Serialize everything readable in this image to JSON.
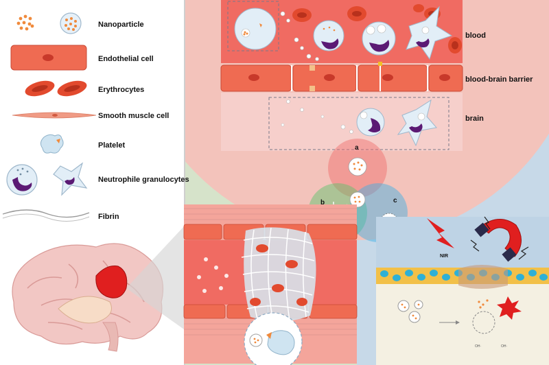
{
  "legend": {
    "nanoparticle": "Nanoparticle",
    "endothelial": "Endothelial cell",
    "erythrocytes": "Erythrocytes",
    "smooth_muscle": "Smooth muscle cell",
    "platelet": "Platelet",
    "neutrophil": "Neutrophile granulocytes",
    "fibrin": "Fibrin"
  },
  "top_panel": {
    "blood": "blood",
    "bbb": "blood-brain barrier",
    "brain": "brain"
  },
  "venn": {
    "a": "a",
    "b": "b",
    "c": "c"
  },
  "right_panel": {
    "nir": "NIR",
    "oh1": "OH·",
    "oh2": "OH·"
  },
  "colors": {
    "endothelial": "#ef6b52",
    "erythrocyte": "#e24a2e",
    "nanoparticle": "#f08a3c",
    "neutrophil_body": "#e2eef7",
    "neutrophil_nucleus": "#5b1a74",
    "bg_pink": "#f6c9c2",
    "bg_green": "#dbe7c9",
    "bg_blue": "#c9dbe9"
  }
}
